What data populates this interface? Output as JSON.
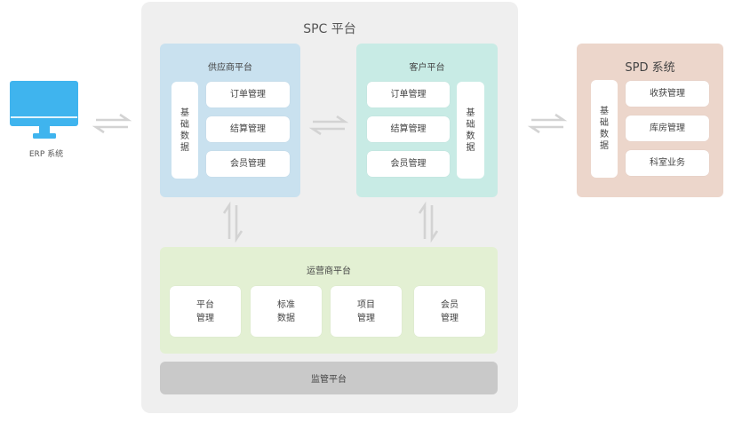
{
  "spc": {
    "title": "SPC 平台"
  },
  "erp": {
    "label": "ERP 系统",
    "icon": "monitor-icon",
    "color": "#3fb4ee"
  },
  "supplier": {
    "title": "供应商平台",
    "side_label": "基础数据",
    "cards": [
      "订单管理",
      "结算管理",
      "会员管理"
    ]
  },
  "customer": {
    "title": "客户平台",
    "side_label": "基础数据",
    "cards": [
      "订单管理",
      "结算管理",
      "会员管理"
    ]
  },
  "spd": {
    "title": "SPD 系统",
    "side_label": "基础数据",
    "cards": [
      "收获管理",
      "库房管理",
      "科室业务"
    ]
  },
  "operator": {
    "title": "运营商平台",
    "cards": [
      {
        "line1": "平台",
        "line2": "管理"
      },
      {
        "line1": "标准",
        "line2": "数据"
      },
      {
        "line1": "项目",
        "line2": "管理"
      },
      {
        "line1": "会员",
        "line2": "管理"
      }
    ]
  },
  "supervision": {
    "title": "监管平台"
  },
  "colors": {
    "supplier_bg": "#c9e1ef",
    "customer_bg": "#c8ebe5",
    "spd_bg": "#ecd6cb",
    "operator_bg": "#e3f0d3",
    "supervision_bg": "#c9c9c9",
    "arrow": "#d3d3d3"
  }
}
